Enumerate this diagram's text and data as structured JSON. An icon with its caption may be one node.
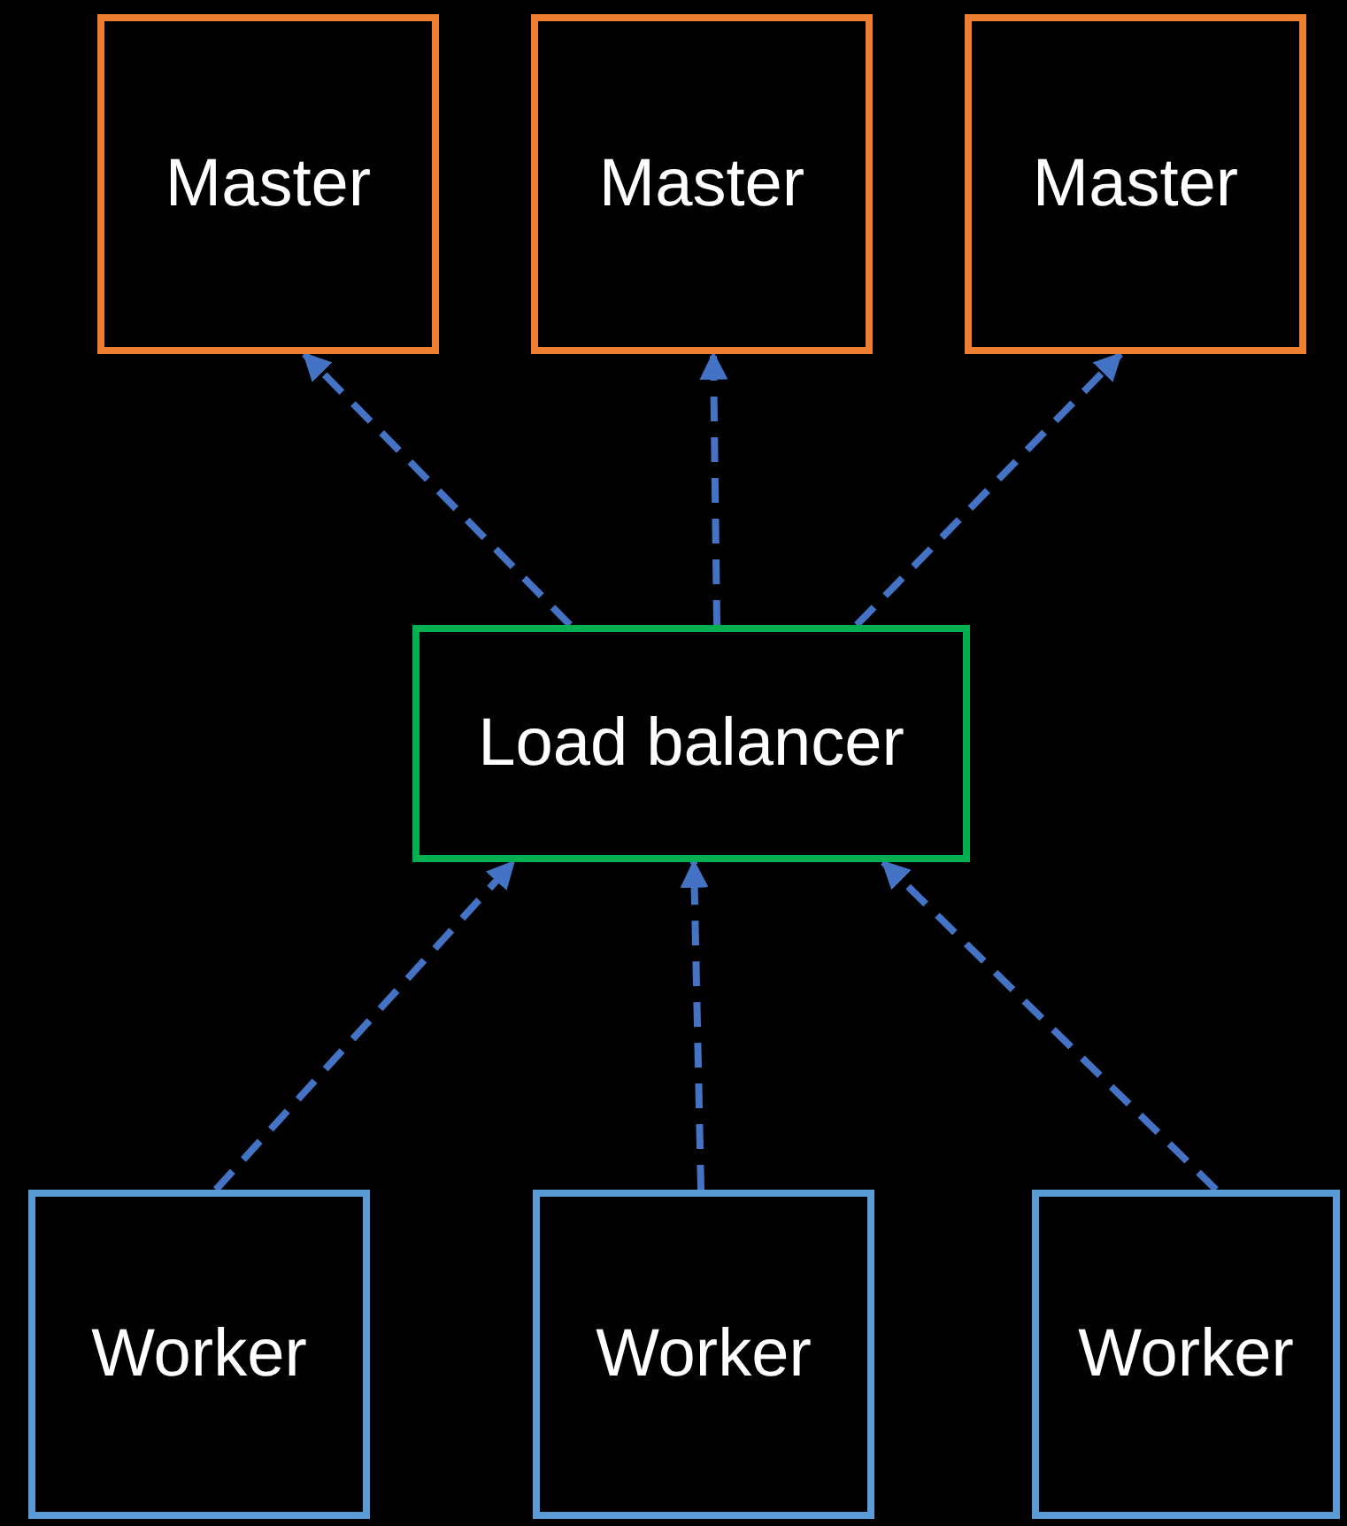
{
  "diagram": {
    "nodes": [
      {
        "text": [
          "Master"
        ]
      },
      {
        "text": [
          "Master"
        ]
      },
      {
        "text": [
          "Master"
        ]
      },
      {
        "text": [
          "Load balancer"
        ]
      },
      {
        "text": [
          "Worker"
        ]
      },
      {
        "text": [
          "Worker"
        ]
      },
      {
        "text": [
          "Worker"
        ]
      }
    ],
    "edges": [
      {
        "from": 3,
        "to": 0,
        "arrow": "to",
        "style": "dashed"
      },
      {
        "from": 3,
        "to": 1,
        "arrow": "to",
        "style": "dashed"
      },
      {
        "from": 3,
        "to": 2,
        "arrow": "to",
        "style": "dashed"
      },
      {
        "from": 4,
        "to": 3,
        "arrow": "to",
        "style": "dashed"
      },
      {
        "from": 5,
        "to": 3,
        "arrow": "to",
        "style": "dashed"
      },
      {
        "from": 6,
        "to": 3,
        "arrow": "to",
        "style": "dashed"
      }
    ]
  }
}
